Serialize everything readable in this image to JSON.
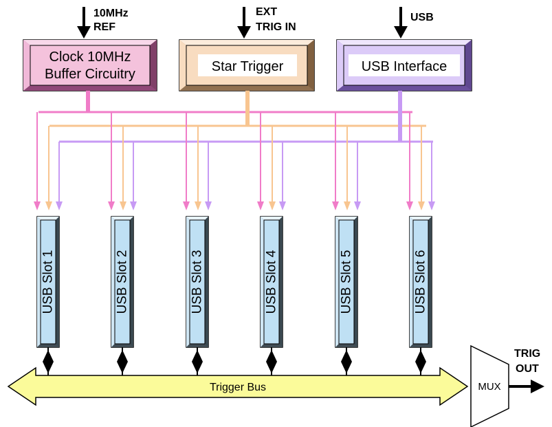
{
  "colors": {
    "clock": "#f07cc8",
    "trigger": "#f8c590",
    "usb": "#c79af4",
    "clock_fill": "#f4c2dc",
    "trigger_fill": "#f8dcc0",
    "usb_fill": "#dccbf8",
    "slot_fill": "#bfe0f4",
    "bus_fill": "#fbfb9a"
  },
  "inputs": {
    "ref": {
      "line1": "10MHz",
      "line2": "REF"
    },
    "ext": {
      "line1": "EXT",
      "line2": "TRIG IN"
    },
    "usb": {
      "line1": "USB"
    }
  },
  "blocks": {
    "clock": {
      "line1": "Clock 10MHz",
      "line2": "Buffer Circuitry"
    },
    "star": {
      "label": "Star Trigger"
    },
    "usb": {
      "label": "USB Interface"
    }
  },
  "slots": [
    {
      "label": "USB Slot 1"
    },
    {
      "label": "USB Slot 2"
    },
    {
      "label": "USB Slot 3"
    },
    {
      "label": "USB Slot 4"
    },
    {
      "label": "USB Slot 5"
    },
    {
      "label": "USB Slot 6"
    }
  ],
  "bus": {
    "label": "Trigger Bus"
  },
  "mux": {
    "label": "MUX"
  },
  "output": {
    "line1": "TRIG",
    "line2": "OUT"
  }
}
